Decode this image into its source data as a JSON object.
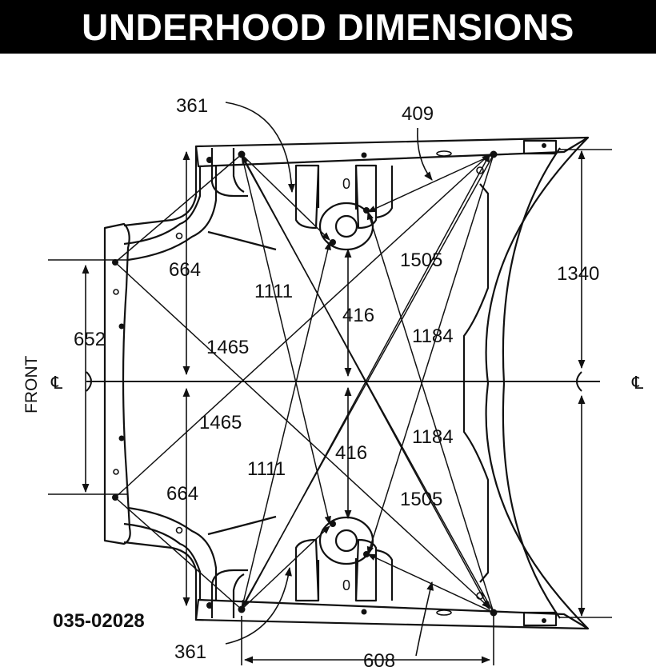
{
  "title": "UNDERHOOD DIMENSIONS",
  "figure_code": "035-02028",
  "side_label": "FRONT",
  "centerline_symbol": "℄",
  "dimensions": {
    "d361_top": "361",
    "d409": "409",
    "d664_top": "664",
    "d1111_top": "1111",
    "d1505_top": "1505",
    "d1340": "1340",
    "d652": "652",
    "d416_top": "416",
    "d1184_top": "1184",
    "d1465_top": "1465",
    "d1465_bottom": "1465",
    "d416_bottom": "416",
    "d1184_bottom": "1184",
    "d1111_bottom": "1111",
    "d664_bottom": "664",
    "d1505_bottom": "1505",
    "d361_bottom": "361",
    "d608": "608"
  },
  "strut_marks": {
    "top": "0",
    "bottom": "0"
  }
}
